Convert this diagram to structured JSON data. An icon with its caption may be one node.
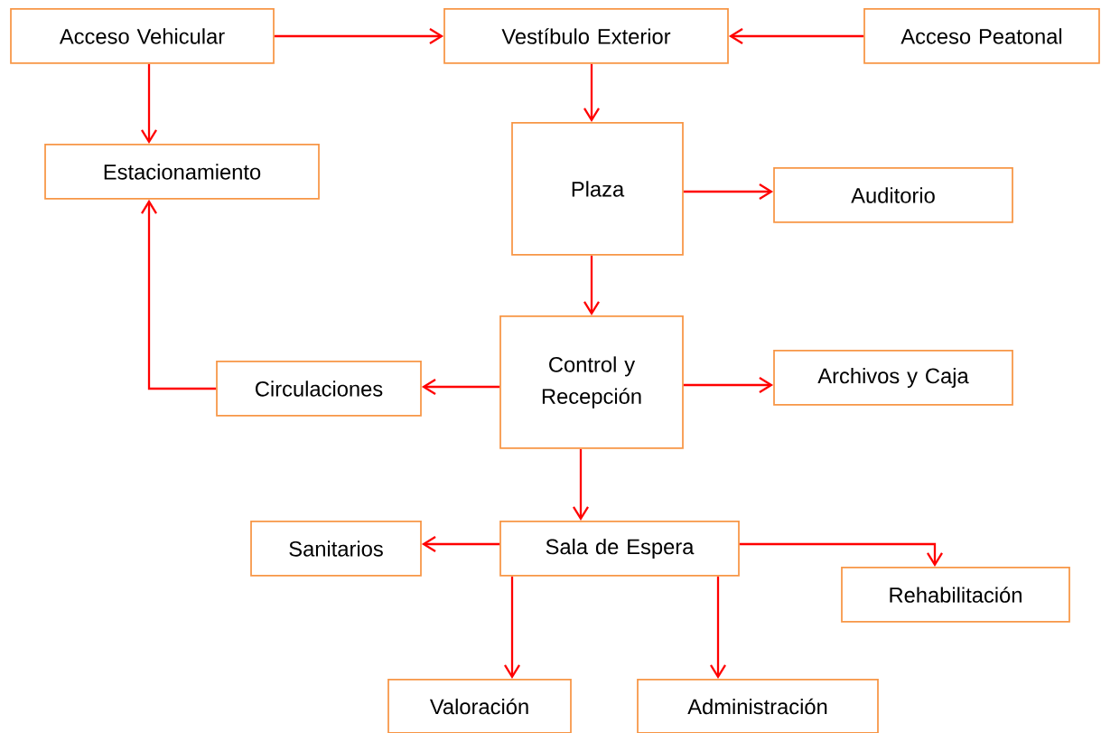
{
  "diagram": {
    "nodes": [
      {
        "text": [
          "Acceso Vehicular"
        ]
      },
      {
        "text": [
          "Vestíbulo Exterior"
        ]
      },
      {
        "text": [
          "Acceso Peatonal"
        ]
      },
      {
        "text": [
          "Estacionamiento"
        ]
      },
      {
        "text": [
          "Plaza"
        ]
      },
      {
        "text": [
          "Auditorio"
        ]
      },
      {
        "text": [
          "Circulaciones"
        ]
      },
      {
        "text": [
          "Control y Recepción"
        ]
      },
      {
        "text": [
          "Archivos y Caja"
        ]
      },
      {
        "text": [
          "Sanitarios"
        ]
      },
      {
        "text": [
          "Sala de Espera"
        ]
      },
      {
        "text": [
          "Rehabilitación"
        ]
      },
      {
        "text": [
          "Valoración"
        ]
      },
      {
        "text": [
          "Administración"
        ]
      }
    ],
    "edges": [
      {
        "from": 0,
        "to": 1,
        "arrow": "to"
      },
      {
        "from": 2,
        "to": 1,
        "arrow": "to"
      },
      {
        "from": 0,
        "to": 3,
        "arrow": "to"
      },
      {
        "from": 1,
        "to": 4,
        "arrow": "to"
      },
      {
        "from": 4,
        "to": 5,
        "arrow": "to"
      },
      {
        "from": 4,
        "to": 7,
        "arrow": "to"
      },
      {
        "from": 7,
        "to": 6,
        "arrow": "to"
      },
      {
        "from": 6,
        "to": 3,
        "arrow": "to"
      },
      {
        "from": 7,
        "to": 8,
        "arrow": "to"
      },
      {
        "from": 7,
        "to": 10,
        "arrow": "to"
      },
      {
        "from": 10,
        "to": 9,
        "arrow": "to"
      },
      {
        "from": 10,
        "to": 11,
        "arrow": "to"
      },
      {
        "from": 10,
        "to": 12,
        "arrow": "to"
      },
      {
        "from": 10,
        "to": 13,
        "arrow": "to"
      }
    ]
  }
}
